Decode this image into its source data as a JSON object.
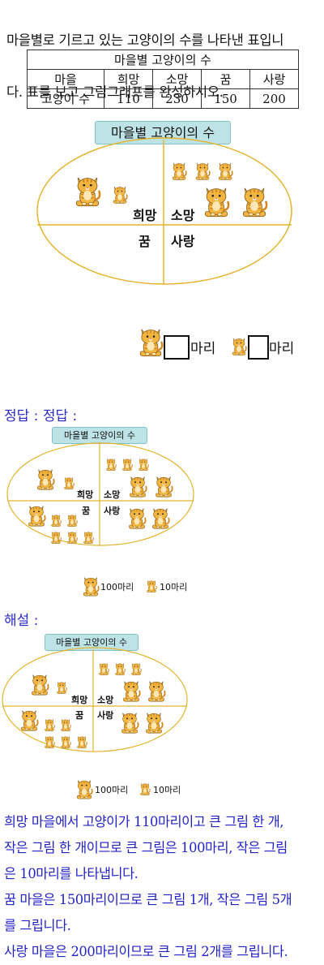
{
  "question": {
    "line1": "마을별로 기르고 있는 고양이의 수를 나타낸 표입니",
    "line2": "다. 표를 보고 그림그래프를 완성하시오."
  },
  "table": {
    "title": "마을별 고양이의 수",
    "header": [
      "마을",
      "희망",
      "소망",
      "꿈",
      "사랑"
    ],
    "row_label": "고양이 수",
    "values": [
      "110",
      "230",
      "150",
      "200"
    ]
  },
  "graph": {
    "title": "마을별 고양이의 수",
    "regions": [
      "희망",
      "소망",
      "꿈",
      "사랑"
    ],
    "legend_unit": "마리"
  },
  "answer": {
    "label": "정답 : 정답 :",
    "legend_big": "100마리",
    "legend_small": "10마리"
  },
  "explanation": {
    "label": "해설 :",
    "legend_big": "100마리",
    "legend_small": "10마리",
    "lines": [
      "희망 마을에서 고양이가 110마리이고 큰 그림 한 개,",
      "작은 그림 한 개이므로 큰 그림은 100마리, 작은 그림",
      "은 10마리를 나타냅니다.",
      "꿈 마을은 150마리이므로 큰 그림 1개, 작은 그림 5개",
      "를 그립니다.",
      "사랑 마을은 200마리이므로 큰 그림 2개를 그립니다."
    ]
  },
  "colors": {
    "cat_body": "#f2b640",
    "cat_stripe": "#d6861a",
    "ellipse": "#e4b42e",
    "title_bg": "#bde3e6",
    "answer_text": "#2b2bc9"
  },
  "icons": [
    "cat-icon-large",
    "cat-icon-small"
  ]
}
